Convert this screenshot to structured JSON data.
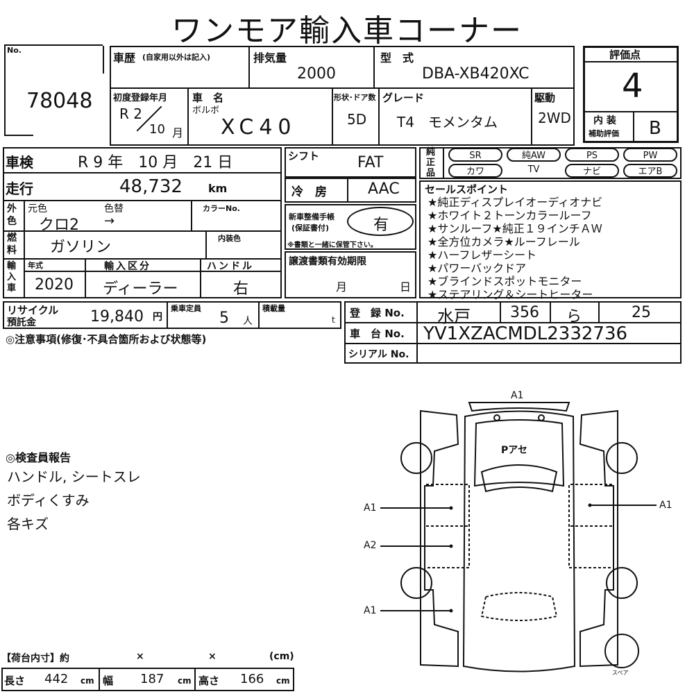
{
  "title": "ワンモア輸入車コーナー",
  "no_label": "No.",
  "no_value": "78048",
  "history_label": "車歴",
  "history_note": "(自家用以外は記入)",
  "displacement_label": "排気量",
  "displacement_value": "2000",
  "model_label": "型　式",
  "model_value": "DBA-XB420XC",
  "score_label": "評価点",
  "score_value": "4",
  "interior_label": "内 装",
  "interior_sub": "補助評価",
  "interior_value": "B",
  "first_reg_label": "初度登録年月",
  "first_reg_year": "R 2",
  "first_reg_month": "10",
  "month_unit": "月",
  "carname_label": "車　名",
  "carname_maker": "ボルボ",
  "carname_value": "XC40",
  "doors_label": "形状･ドア数",
  "doors_value": "5D",
  "grade_label": "グレード",
  "grade_value": "T4　モメンタム",
  "drive_label": "駆動",
  "drive_value": "2WD",
  "shaken_label": "車検",
  "shaken_value": "R 9 年　10 月　21 日",
  "mileage_label": "走行",
  "mileage_value": "48,732",
  "mileage_unit": "km",
  "color_side": "外色",
  "orig_color_label": "元色",
  "color_change_label": "色替",
  "color_no_label": "カラーNo.",
  "color_value": "クロ2",
  "color_arrow": "→",
  "fuel_label": "燃料",
  "fuel_value": "ガソリン",
  "int_color_label": "内装色",
  "import_side": "輸入車",
  "year_label": "年式",
  "year_value": "2020",
  "import_type_label": "輸入区分",
  "import_type_value": "ディーラー",
  "handle_label": "ハンドル",
  "handle_value": "右",
  "shift_label": "シフト",
  "shift_value": "FAT",
  "ac_label": "冷　房",
  "ac_value": "AAC",
  "manual_label1": "新車整備手帳",
  "manual_label2": "(保証書付)",
  "manual_value": "有",
  "manual_note": "※書類と一緒に保管下さい。",
  "transfer_label": "譲渡書類有効期限",
  "transfer_month": "月",
  "transfer_day": "日",
  "genuine_label": "純正品",
  "equip": [
    "SR",
    "純AW",
    "PS",
    "PW",
    "カワ",
    "TV",
    "ナビ",
    "エアB"
  ],
  "sales_label": "セールスポイント",
  "sales_points": [
    "★純正ディスプレイオーディオナビ",
    "★ホワイト２トーンカラールーフ",
    "★サンルーフ★純正１９インチＡＷ",
    "★全方位カメラ★ルーフレール",
    "★ハーフレザーシート",
    "★パワーバックドア",
    "★ブラインドスポットモニター",
    "★ステアリング＆シートヒーター"
  ],
  "recycle_label1": "リサイクル",
  "recycle_label2": "預託金",
  "recycle_value": "19,840",
  "yen": "円",
  "capacity_label": "乗車定員",
  "capacity_value": "5",
  "capacity_unit": "人",
  "load_label": "積載量",
  "load_unit": "t",
  "reg_label": "登　録 No.",
  "reg_area": "水戸",
  "reg_class": "356",
  "reg_kana": "ら",
  "reg_num": "25",
  "chassis_label": "車　台 No.",
  "chassis_value": "YV1XZACMDL2332736",
  "serial_label": "シリアル No.",
  "caution_label": "◎注意事項(修復･不具合箇所および状態等)",
  "inspector_label": "◎検査員報告",
  "inspector_lines": [
    "ハンドル, シートスレ",
    "ボディくすみ",
    "各キズ"
  ],
  "diagram_marks": {
    "front": "A1",
    "roof": "Pアセ",
    "left_front": "A1",
    "right_front": "A1",
    "left_rear": "A2",
    "rear": "A1"
  },
  "spare_label": "スペア",
  "cargo_label": "【荷台内寸】約",
  "cargo_x": "×",
  "cargo_unit": "(cm)",
  "length_label": "長さ",
  "length_value": "442",
  "width_label": "幅",
  "width_value": "187",
  "height_label": "高さ",
  "height_value": "166",
  "cm": "cm"
}
